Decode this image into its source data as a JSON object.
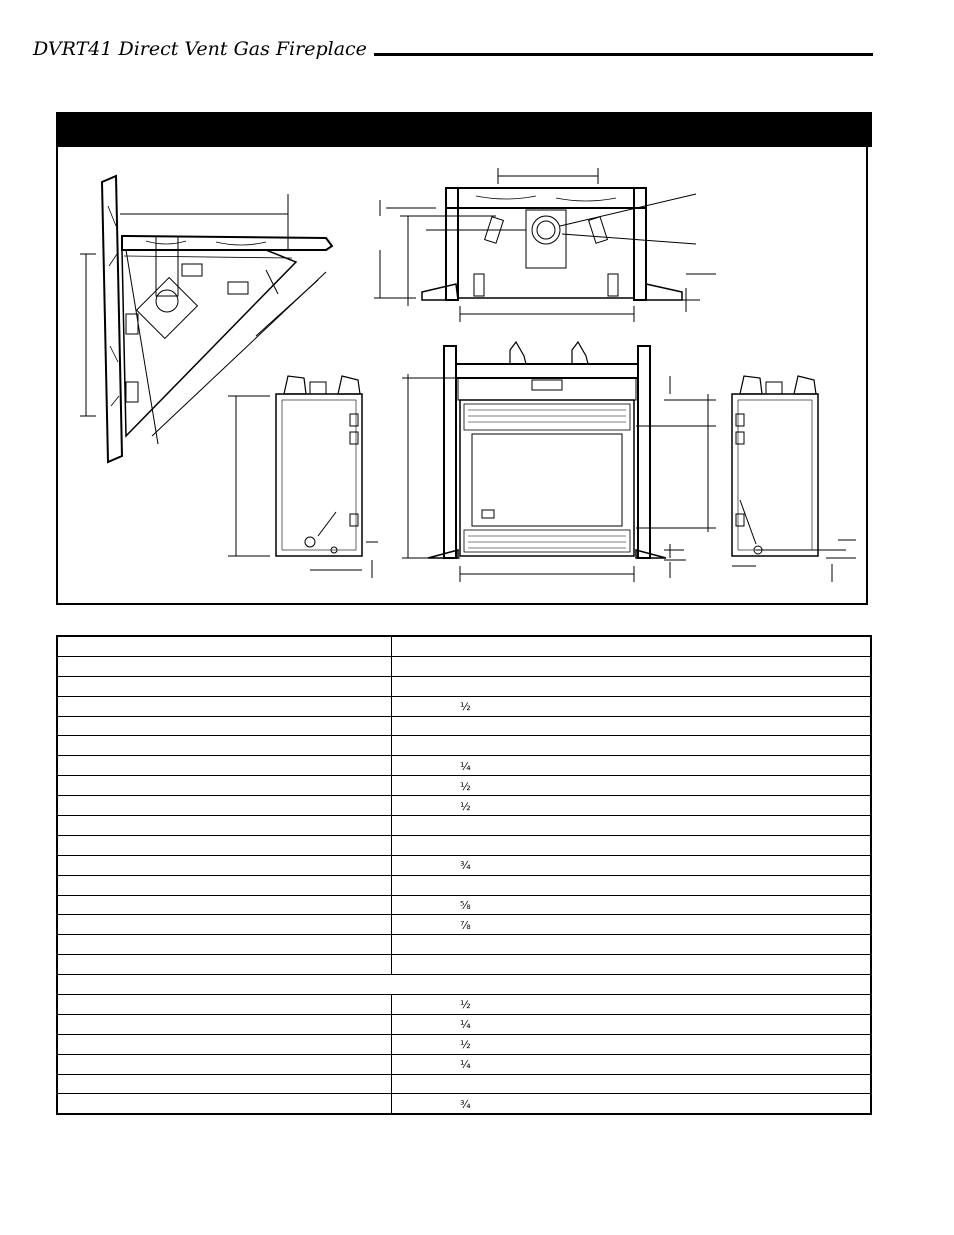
{
  "header": {
    "title": "DVRT41 Direct Vent Gas Fireplace"
  },
  "table": {
    "rows": [
      {
        "label": "",
        "value": ""
      },
      {
        "label": "",
        "value": ""
      },
      {
        "label": "",
        "value": ""
      },
      {
        "label": "",
        "value": "",
        "frac": "½"
      },
      {
        "label": "",
        "value": ""
      },
      {
        "label": "",
        "value": ""
      },
      {
        "label": "",
        "value": "",
        "frac": "¼"
      },
      {
        "label": "",
        "value": "",
        "frac": "½"
      },
      {
        "label": "",
        "value": "",
        "frac": "½"
      },
      {
        "label": "",
        "value": ""
      },
      {
        "label": "",
        "value": ""
      },
      {
        "label": "",
        "value": "",
        "frac": "¾"
      },
      {
        "label": "",
        "value": ""
      },
      {
        "label": "",
        "value": "",
        "frac": "⅝"
      },
      {
        "label": "",
        "value": "",
        "frac": "⅞"
      },
      {
        "label": "",
        "value": ""
      },
      {
        "label": "",
        "value": ""
      },
      {
        "label": "",
        "value": "",
        "full": true
      },
      {
        "label": "",
        "value": "",
        "frac": "½"
      },
      {
        "label": "",
        "value": "",
        "frac": "¼"
      },
      {
        "label": "",
        "value": "",
        "frac": "½"
      },
      {
        "label": "",
        "value": "",
        "frac": "¼"
      },
      {
        "label": "",
        "value": ""
      },
      {
        "label": "",
        "value": "",
        "frac": "¾"
      }
    ]
  }
}
